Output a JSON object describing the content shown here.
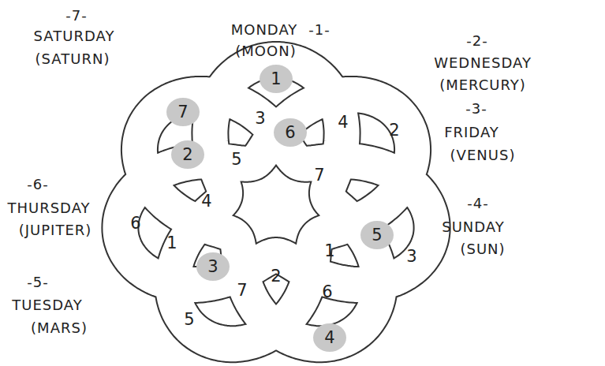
{
  "diagram": {
    "labels": [
      "-7-",
      "SATURDAY",
      "(SATURN)",
      "MONDAY",
      "-1-",
      "(MOON)",
      "-2-",
      "WEDNESDAY",
      "(MERCURY)",
      "-3-",
      "FRIDAY",
      "(VENUS)",
      "-6-",
      "THURSDAY",
      "(JUPITER)",
      "-4-",
      "SUNDAY",
      "(SUN)",
      "-5-",
      "TUESDAY",
      "(MARS)",
      "1",
      "7",
      "3",
      "6",
      "4",
      "2",
      "2",
      "5",
      "4",
      "7",
      "6",
      "1",
      "3",
      "2",
      "1",
      "5",
      "3",
      "7",
      "6",
      "5",
      "4"
    ]
  }
}
